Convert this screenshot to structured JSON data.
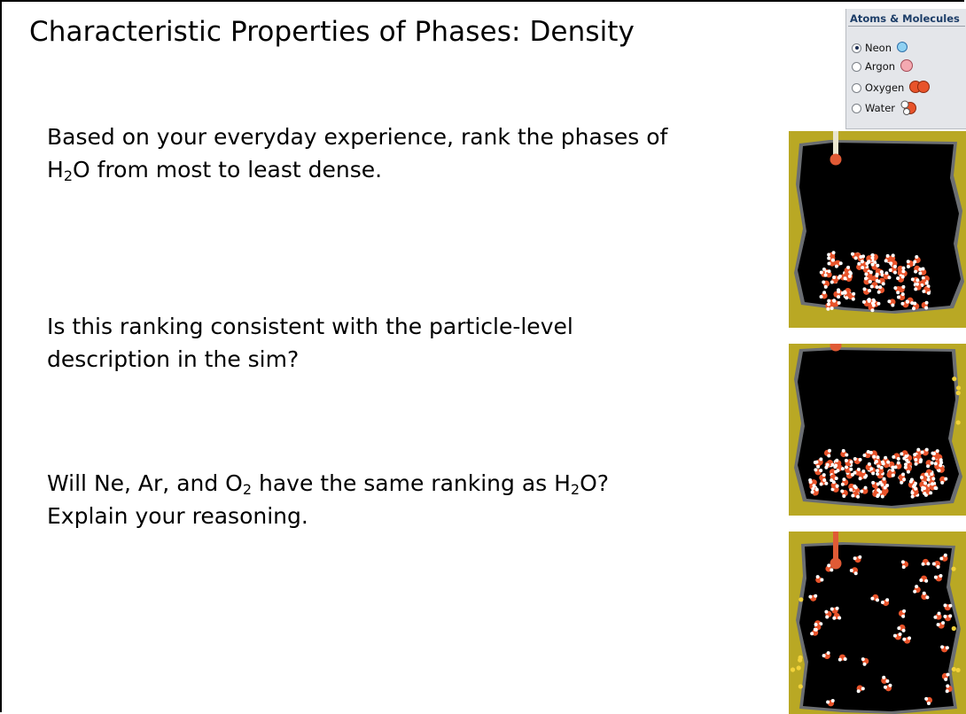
{
  "slide": {
    "title": "Characteristic Properties of Phases: Density",
    "q1": {
      "line1": "Based on your everyday experience, rank the phases of",
      "line2_pre": "H",
      "line2_sub": "2",
      "line2_post": "O from most to least dense."
    },
    "q2": {
      "line1": "Is this ranking consistent with the particle-level",
      "line2": "description in the sim?"
    },
    "q3": {
      "line1_a": "Will Ne, Ar, and O",
      "line1_sub1": "2",
      "line1_b": " have the same ranking as H",
      "line1_sub2": "2",
      "line1_c": "O?",
      "line2": "Explain your reasoning."
    }
  },
  "panel": {
    "title": "Atoms & Molecules",
    "options": [
      {
        "label": "Neon",
        "selected": true,
        "icon": "neon-atom-icon",
        "color": "#8fd1f2"
      },
      {
        "label": "Argon",
        "selected": false,
        "icon": "argon-atom-icon",
        "color": "#f4a9b1"
      },
      {
        "label": "Oxygen",
        "selected": false,
        "icon": "oxygen-molecule-icon",
        "color": "#e8532a"
      },
      {
        "label": "Water",
        "selected": false,
        "icon": "water-molecule-icon",
        "color": "#e8532a"
      }
    ]
  },
  "sims": [
    {
      "phase": "solid"
    },
    {
      "phase": "liquid"
    },
    {
      "phase": "gas"
    }
  ],
  "colors": {
    "container": "#b9a824",
    "chamber": "#000000",
    "oxygen": "#e8532a",
    "hydrogen": "#ffffff",
    "thermometer": "#e05a35"
  }
}
